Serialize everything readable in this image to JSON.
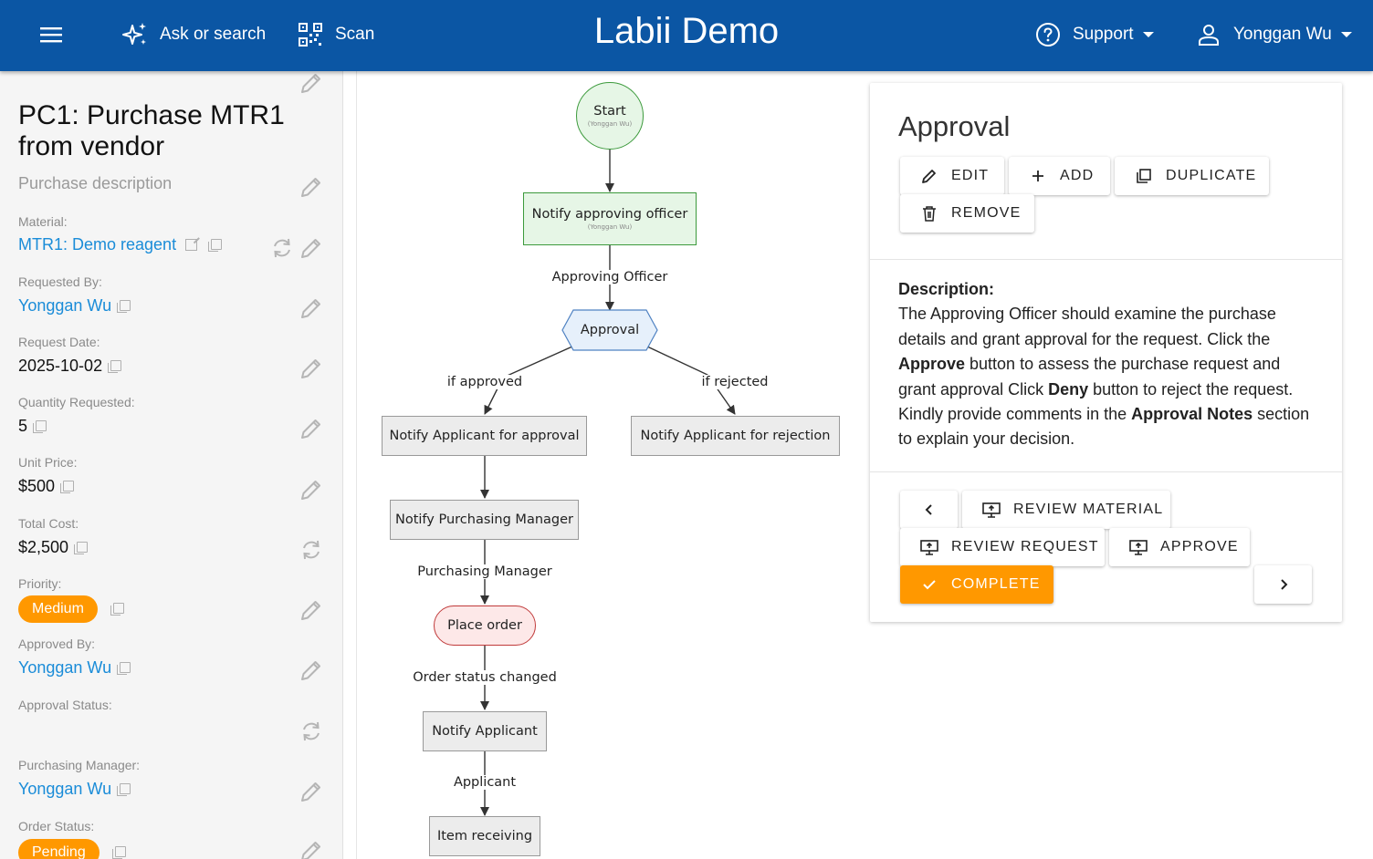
{
  "header": {
    "brand": "Labii Demo",
    "ask_label": "Ask or search",
    "scan_label": "Scan",
    "support_label": "Support",
    "user_label": "Yonggan Wu",
    "bar_color": "#0b56a4"
  },
  "record": {
    "title": "PC1: Purchase MTR1 from vendor",
    "description_placeholder": "Purchase description",
    "fields": {
      "material": {
        "label": "Material:",
        "value": "MTR1: Demo reagent"
      },
      "requested_by": {
        "label": "Requested By:",
        "value": "Yonggan Wu"
      },
      "request_date": {
        "label": "Request Date:",
        "value": "2025-10-02"
      },
      "quantity": {
        "label": "Quantity Requested:",
        "value": "5"
      },
      "unit_price": {
        "label": "Unit Price:",
        "value": "$500"
      },
      "total_cost": {
        "label": "Total Cost:",
        "value": "$2,500"
      },
      "priority": {
        "label": "Priority:",
        "value": "Medium"
      },
      "approved_by": {
        "label": "Approved By:",
        "value": "Yonggan Wu"
      },
      "approval_status": {
        "label": "Approval Status:",
        "value": ""
      },
      "purchasing_manager": {
        "label": "Purchasing Manager:",
        "value": "Yonggan Wu"
      },
      "order_status": {
        "label": "Order Status:",
        "value": "Pending"
      }
    },
    "chip_color": "#ff9800",
    "link_color": "#1a8cd8"
  },
  "workflow": {
    "nodes": {
      "start": {
        "label": "Start",
        "sub": "(Yonggan Wu)"
      },
      "notify_officer": {
        "label": "Notify approving officer",
        "sub": "(Yonggan Wu)"
      },
      "approval": {
        "label": "Approval"
      },
      "notify_approval": {
        "label": "Notify Applicant for approval"
      },
      "notify_rejection": {
        "label": "Notify Applicant for rejection"
      },
      "notify_pm": {
        "label": "Notify Purchasing Manager"
      },
      "place_order": {
        "label": "Place order"
      },
      "notify_applicant": {
        "label": "Notify Applicant"
      },
      "item_receiving": {
        "label": "Item receiving"
      }
    },
    "edges": {
      "approving_officer": "Approving Officer",
      "if_approved": "if approved",
      "if_rejected": "if rejected",
      "purchasing_manager": "Purchasing Manager",
      "order_status_changed": "Order status changed",
      "applicant": "Applicant"
    }
  },
  "step_card": {
    "title": "Approval",
    "buttons": {
      "edit": "Edit",
      "add": "Add",
      "duplicate": "Duplicate",
      "remove": "Remove"
    },
    "description": {
      "heading": "Description:",
      "t1": "The Approving Officer should examine the purchase details and grant approval for the request. Click the ",
      "b1": "Approve",
      "t2": " button to assess the purchase request and grant approval Click ",
      "b2": "Deny",
      "t3": " button to reject the request. Kindly provide comments in the ",
      "b3": "Approval Notes",
      "t4": " section to explain your decision."
    },
    "nav": {
      "review_material": "Review Material",
      "review_request": "Review Request",
      "approve": "Approve",
      "complete": "Complete"
    }
  }
}
